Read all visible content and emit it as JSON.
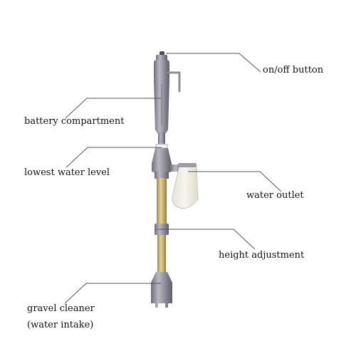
{
  "labels": {
    "on_off_button": "on/off button",
    "battery_compartment": "battery compartment",
    "lowest_water_level": "lowest water level",
    "water_outlet": "water outlet",
    "height_adjustment": "height adjustment",
    "gravel_cleaner": "gravel cleaner",
    "water_intake": "(water intake)"
  },
  "colors": {
    "background": "#ffffff",
    "body_gray": "#8e8c96",
    "tube_gold": "#c9b572",
    "leader_line": "#555555",
    "bag": "#f1f0e6"
  }
}
